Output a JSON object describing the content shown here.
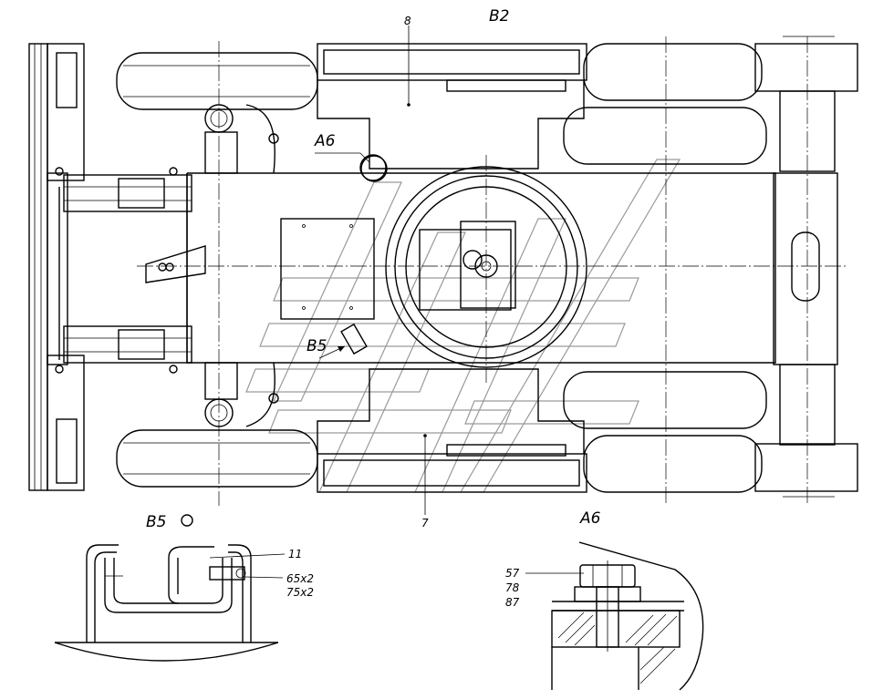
{
  "views": {
    "top_label": "B2",
    "detail_a_label": "A6",
    "detail_b_label": "B5"
  },
  "callouts": {
    "c8": "8",
    "c7": "7",
    "c11": "11",
    "c65": "65x2",
    "c75": "75x2",
    "c57": "57",
    "c78": "78",
    "c87": "87",
    "a6_mark": "A6",
    "b5_mark": "B5"
  }
}
